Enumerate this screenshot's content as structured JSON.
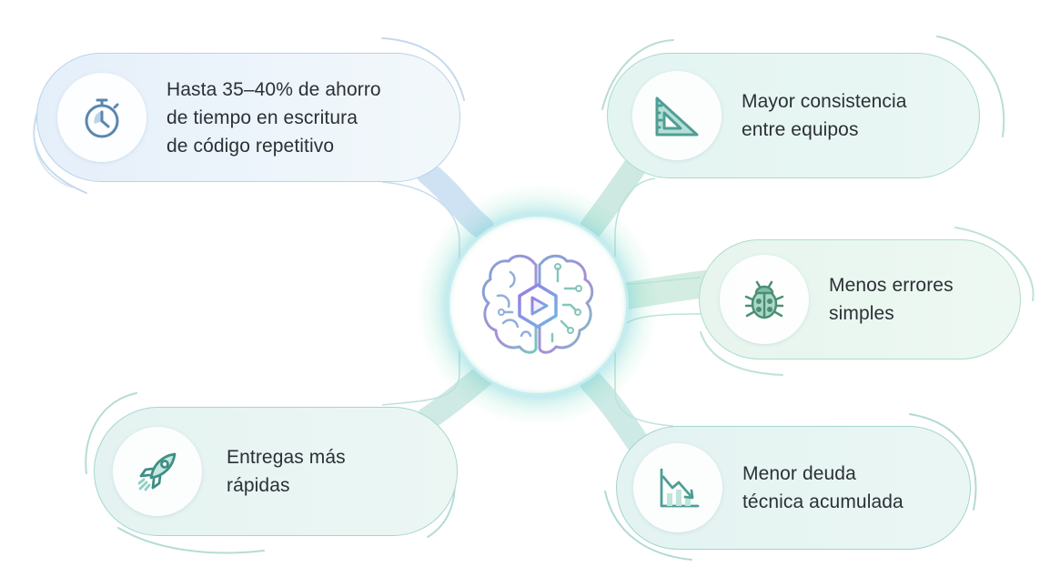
{
  "diagram": {
    "center": {
      "icon": "brain-circuit-play-icon"
    },
    "benefits": [
      {
        "id": "tiempo",
        "icon": "stopwatch-icon",
        "lines": [
          "Hasta 35–40% de ahorro",
          "de tiempo en escritura",
          "de código repetitivo"
        ]
      },
      {
        "id": "consistencia",
        "icon": "set-square-ruler-icon",
        "lines": [
          "Mayor consistencia",
          "entre equipos"
        ]
      },
      {
        "id": "errores",
        "icon": "bug-icon",
        "lines": [
          "Menos errores",
          "simples"
        ]
      },
      {
        "id": "entregas",
        "icon": "rocket-icon",
        "lines": [
          "Entregas más",
          "rápidas"
        ]
      },
      {
        "id": "deuda",
        "icon": "declining-chart-icon",
        "lines": [
          "Menor deuda",
          "técnica acumulada"
        ]
      }
    ]
  },
  "colors": {
    "blue_card": "#e8f1fa",
    "teal_card": "#e5f5f2",
    "icon_blue": "#5b86b0",
    "icon_teal": "#4f9e95",
    "text": "#2b3035"
  }
}
